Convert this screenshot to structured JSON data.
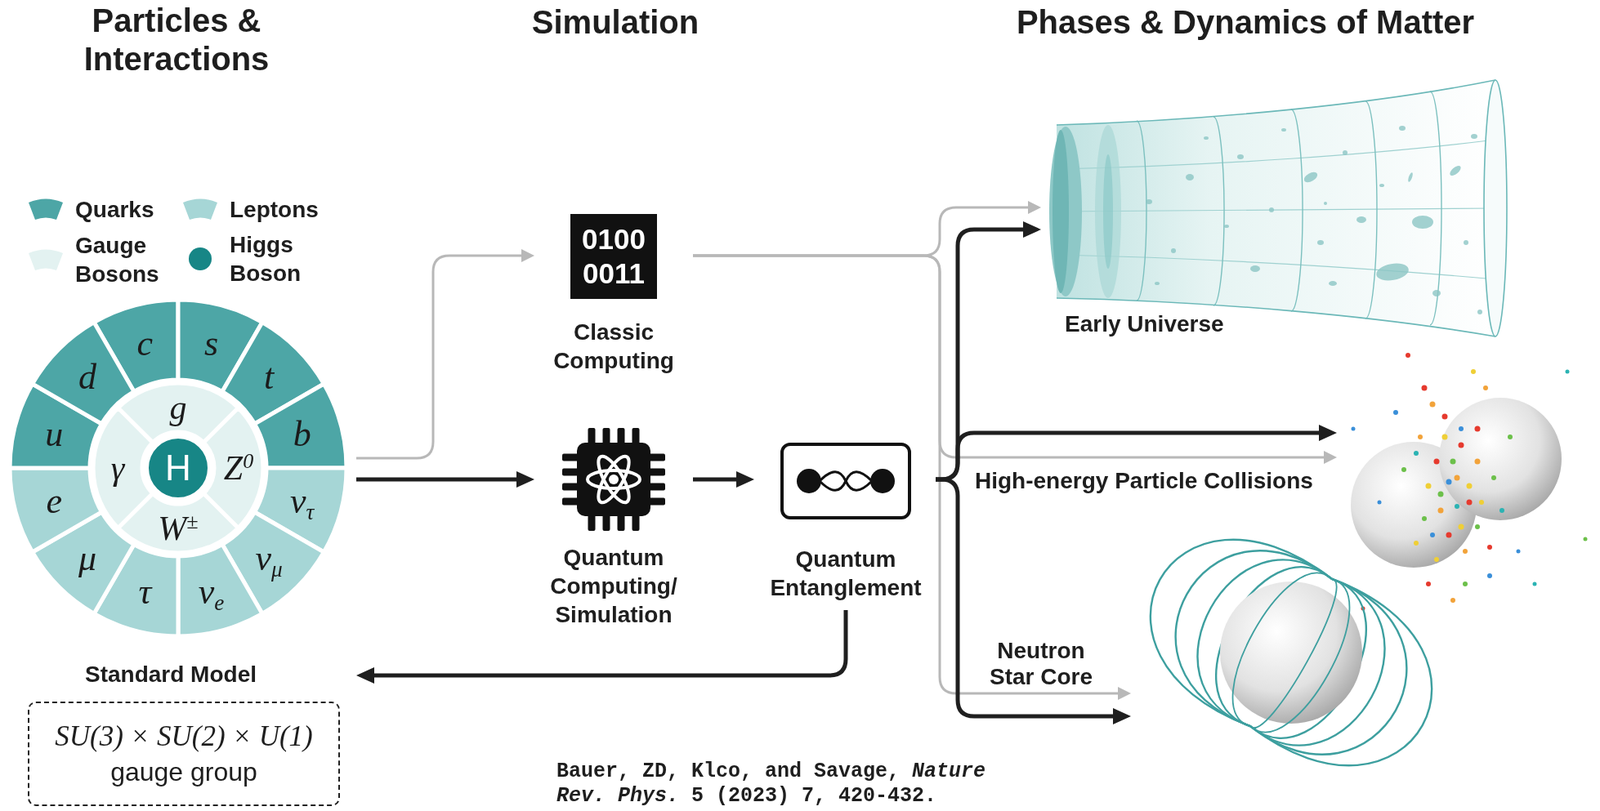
{
  "diagram": {
    "nodes": [
      {
        "text": [
          "Standard Model"
        ]
      },
      {
        "text": [
          "c"
        ],
        "in": 0
      },
      {
        "text": [
          "s"
        ],
        "in": 0
      },
      {
        "text": [
          "t"
        ],
        "in": 0
      },
      {
        "text": [
          "b"
        ],
        "in": 0
      },
      {
        "text": [
          "ντ"
        ],
        "in": 0
      },
      {
        "text": [
          "νμ"
        ],
        "in": 0
      },
      {
        "text": [
          "νe"
        ],
        "in": 0
      },
      {
        "text": [
          "τ"
        ],
        "in": 0
      },
      {
        "text": [
          "μ"
        ],
        "in": 0
      },
      {
        "text": [
          "e"
        ],
        "in": 0
      },
      {
        "text": [
          "u"
        ],
        "in": 0
      },
      {
        "text": [
          "d"
        ],
        "in": 0
      },
      {
        "text": [
          "g"
        ],
        "in": 0
      },
      {
        "text": [
          "Z0"
        ],
        "in": 0
      },
      {
        "text": [
          "W±"
        ],
        "in": 0
      },
      {
        "text": [
          "γ"
        ],
        "in": 0
      },
      {
        "text": [
          "H"
        ],
        "in": 0
      },
      {
        "text": [
          "SU(3) × SU(2) × U(1)",
          "gauge group"
        ]
      },
      {
        "text": [
          "0100 0011",
          "Classic Computing"
        ]
      },
      {
        "text": [
          "Quantum Computing/ Simulation"
        ]
      },
      {
        "text": [
          "Quantum Entanglement"
        ]
      },
      {
        "text": [
          "Early Universe"
        ]
      },
      {
        "text": [
          "High-energy Particle Collisions"
        ]
      },
      {
        "text": [
          "Neutron Star Core"
        ]
      }
    ],
    "edges": [
      {
        "from": 0,
        "to": 19,
        "arrow": "to"
      },
      {
        "from": 0,
        "to": 20,
        "arrow": "to"
      },
      {
        "from": 20,
        "to": 21,
        "arrow": "to"
      },
      {
        "from": 21,
        "to": 0,
        "arrow": "to"
      },
      {
        "from": 19,
        "to": 22,
        "arrow": "to"
      },
      {
        "from": 19,
        "to": 23,
        "arrow": "to"
      },
      {
        "from": 19,
        "to": 24,
        "arrow": "to"
      },
      {
        "from": 21,
        "to": 22,
        "arrow": "to"
      },
      {
        "from": 21,
        "to": 23,
        "arrow": "to"
      },
      {
        "from": 21,
        "to": 24,
        "arrow": "to"
      }
    ],
    "labels": [
      "Particles & Interactions",
      "Simulation",
      "Phases & Dynamics of Matter",
      "Bauer, ZD, Klco, and Savage, Nature Rev. Phys. 5 (2023) 7, 420-432."
    ],
    "legend": [
      {
        "text": "Quarks",
        "color": "#4da6a6"
      },
      {
        "text": "Leptons",
        "color": "#a6d6d6"
      },
      {
        "text": "Gauge Bosons",
        "color": "#e3f2f1"
      },
      {
        "text": "Higgs Boson",
        "color": "#178686"
      }
    ]
  }
}
